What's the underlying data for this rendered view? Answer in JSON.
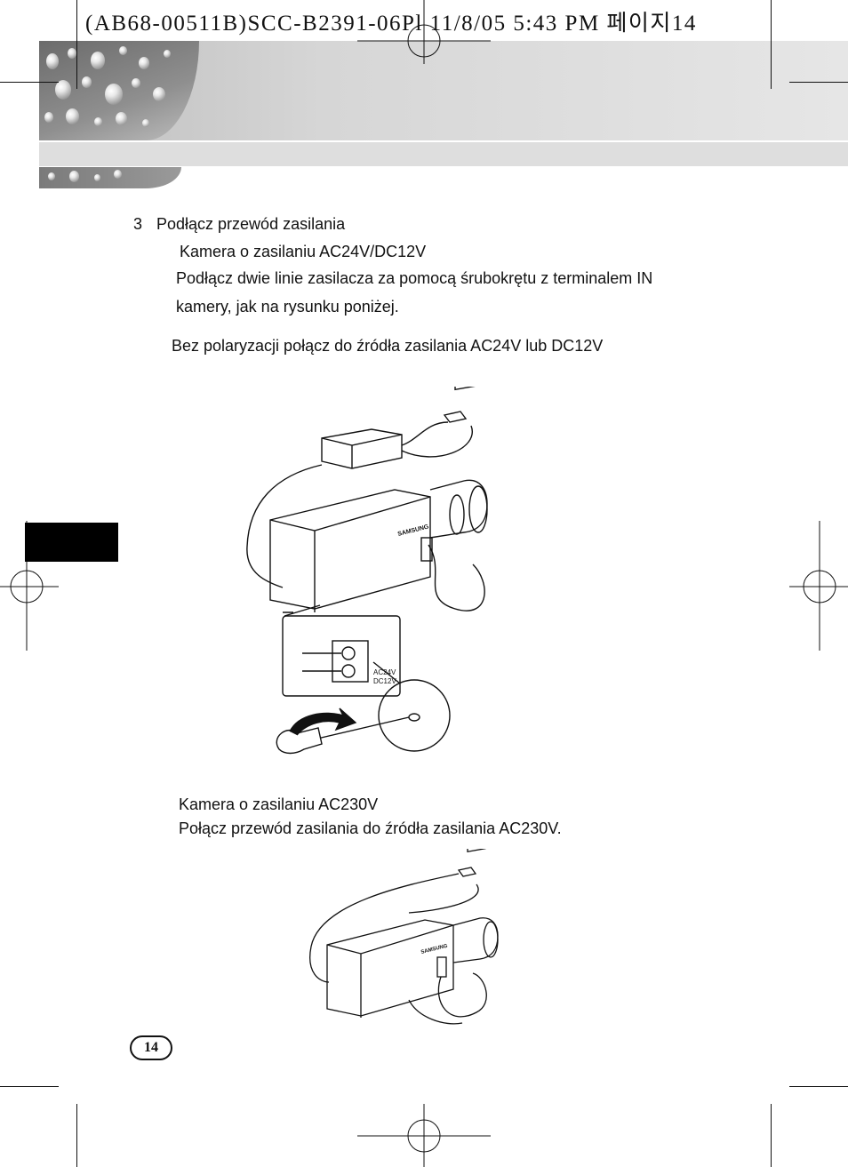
{
  "print_header": "(AB68-00511B)SCC-B2391-06Pl   11/8/05 5:43 PM 페이지14",
  "section": {
    "step_number": "3",
    "step_title": "Podłącz przewód zasilania",
    "ac24_heading": "Kamera o zasilaniu AC24V/DC12V",
    "ac24_line1": "Podłącz dwie linie zasilacza za pomocą śrubokrętu z terminalem IN",
    "ac24_line2": "kamery, jak na rysunku poniżej.",
    "polarity_note": "Bez polaryzacji połącz do źródła zasilania AC24V lub DC12V",
    "ac230_heading": "Kamera o zasilaniu AC230V",
    "ac230_line": "Połącz przewód zasilania do źródła zasilania AC230V."
  },
  "figure1": {
    "brand": "SAMSUNG",
    "terminal_label_1": "AC24V",
    "terminal_label_2": "DC12V"
  },
  "figure2": {
    "brand": "SAMSUNG"
  },
  "page_number": "14"
}
